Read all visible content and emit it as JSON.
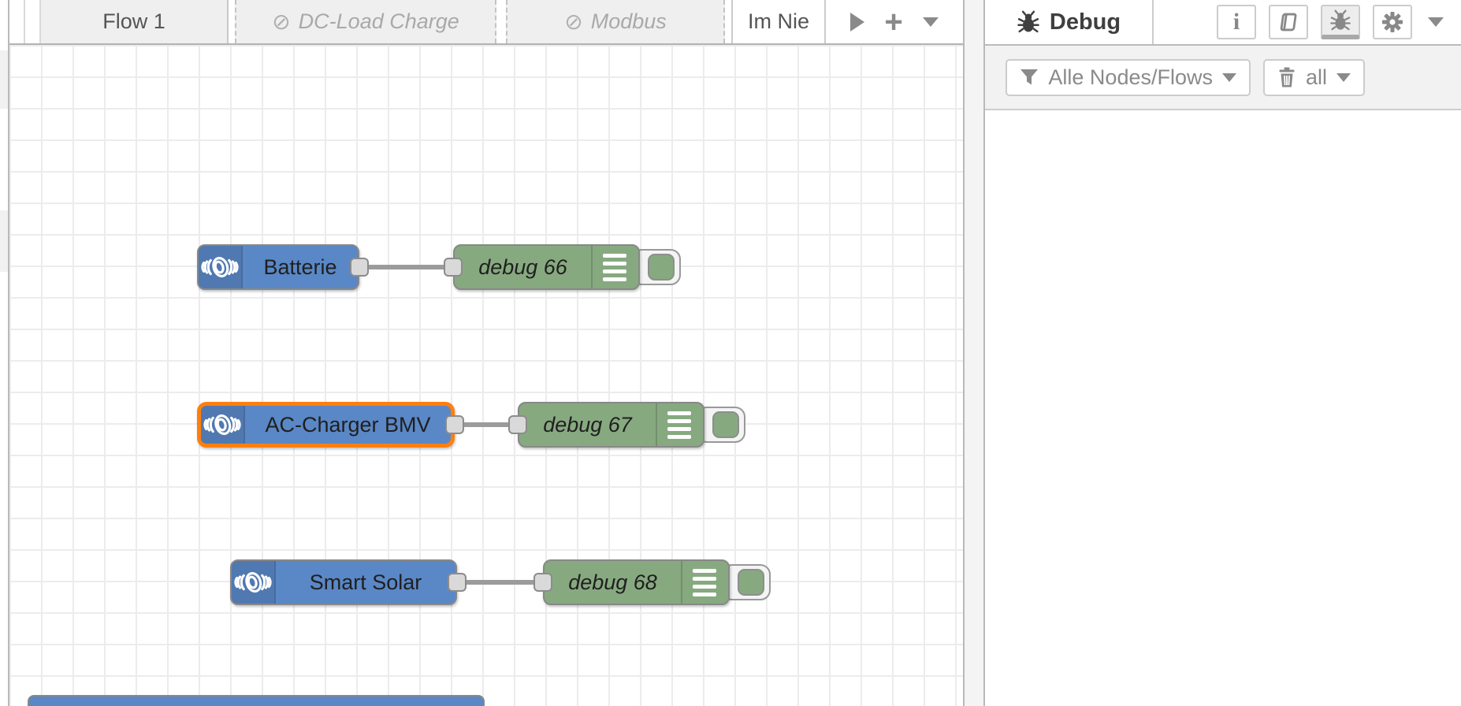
{
  "workspace": {
    "tabs": [
      {
        "label": "Flow 1",
        "state": "inactive"
      },
      {
        "label": "DC-Load Charge",
        "state": "disabled",
        "ban": "⊘"
      },
      {
        "label": "Modbus",
        "state": "disabled",
        "ban": "⊘"
      },
      {
        "label": "Im Nie",
        "state": "active"
      }
    ],
    "toolbar": {
      "add_label": "+"
    }
  },
  "canvas": {
    "flows": [
      {
        "source": "Batterie",
        "debug": "debug 66",
        "selected": false
      },
      {
        "source": "AC-Charger BMV",
        "debug": "debug 67",
        "selected": true
      },
      {
        "source": "Smart Solar",
        "debug": "debug 68",
        "selected": false
      }
    ]
  },
  "sidebar": {
    "title": "Debug",
    "info_glyph": "i",
    "filter_label": "Alle Nodes/Flows",
    "clear_label": "all"
  },
  "colors": {
    "victron_node_blue": "#5a87c6",
    "debug_node_green": "#87a980",
    "selected_border_orange": "#ff7f0e",
    "wire_gray": "#9b9b9b"
  }
}
